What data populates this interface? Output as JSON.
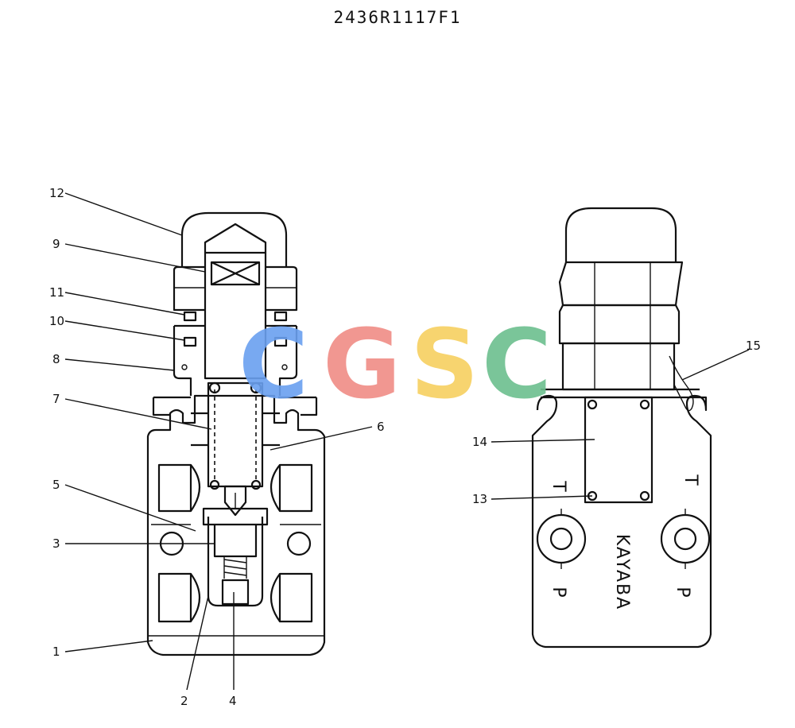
{
  "document": {
    "code": "2436R1117F1"
  },
  "watermark": {
    "letters": [
      "C",
      "G",
      "S",
      "C"
    ],
    "colors": [
      "#6aa0f0",
      "#f08c86",
      "#f7d060",
      "#6cbf8e"
    ]
  },
  "callouts": [
    "1",
    "2",
    "3",
    "4",
    "5",
    "6",
    "7",
    "8",
    "9",
    "10",
    "11",
    "12",
    "13",
    "14",
    "15"
  ],
  "body_markings": {
    "tank_left": "T",
    "tank_right": "T",
    "pressure_left": "P",
    "pressure_right": "P",
    "maker": "KAYABA"
  }
}
